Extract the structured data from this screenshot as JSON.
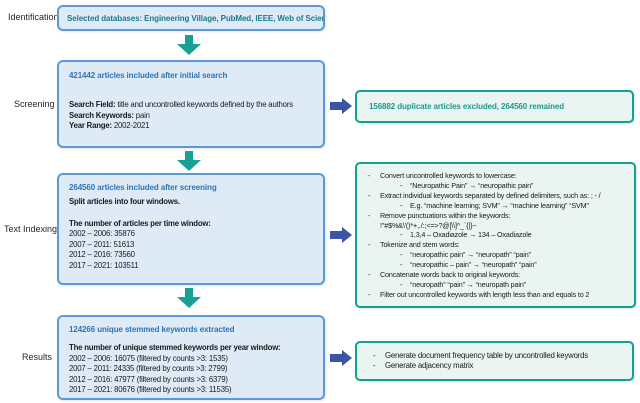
{
  "labels": {
    "identification": "Identification",
    "screening": "Screening",
    "text_indexing": "Text Indexing",
    "results": "Results"
  },
  "colors": {
    "blue_box_border": "#5B9BD5",
    "blue_box_fill": "#DEEBF7",
    "teal_box_border": "#12A192",
    "teal_box_fill": "#EAF5F2",
    "blue_heading_text": "#2E74B5",
    "teal_text": "#189A93",
    "petrol_text": "#1B7A8C",
    "down_arrow": "#16A096",
    "right_arrow": "#3B54A4"
  },
  "flow": {
    "identification_box": {
      "text": "Selected databases: Engineering Village, PubMed, IEEE, Web of Science"
    },
    "screening_box": {
      "title": "421442 articles included after initial search",
      "fields": [
        {
          "label": "Search Field:",
          "value": " title and uncontrolled keywords defined by the authors"
        },
        {
          "label": "Search Keywords:",
          "value": " pain"
        },
        {
          "label": "Year Range:",
          "value": " 2002-2021"
        }
      ]
    },
    "dedup_box": {
      "text": "156882 duplicate articles excluded, 264560 remained"
    },
    "indexing_box": {
      "title": "264560 articles included after screening",
      "subtitle": "Split articles into four windows.",
      "list_header": "The number of articles per time window:",
      "items": [
        "2002 – 2006: 35876",
        "2007 – 2011: 51613",
        "2012 – 2016: 73560",
        "2017 – 2021: 103511"
      ]
    },
    "keyword_processing_box": {
      "items": [
        {
          "level": "l1",
          "text": "Convert uncontrolled keywords to lowercase:"
        },
        {
          "level": "l2",
          "text": "“Neuropathic Pain” → “neuropathic pain”"
        },
        {
          "level": "l1",
          "text": "Extract individual keywords separated by defined delimiters, such as: ; - /"
        },
        {
          "level": "l2",
          "text": "E.g. “machine learning; SVM” → “machine learning” “SVM”"
        },
        {
          "level": "l1",
          "text": "Remove punctuations within the keywords:"
        },
        {
          "level": "cont",
          "text": "!\"#$%&\\'()*+,./:;<=>?@[\\\\]^_`{|}~"
        },
        {
          "level": "l2",
          "text": "1,3,4 – Oxadiazole  →  134 – Oxadiazole"
        },
        {
          "level": "l1",
          "text": "Tokenize and stem words:"
        },
        {
          "level": "l2",
          "text": "“neuropathic pain” → “neuropath” “pain”"
        },
        {
          "level": "l2",
          "text": "“neuropathic – pain” → “neuropath” “pain”"
        },
        {
          "level": "l1",
          "text": "Concatenate words back to original keywords:"
        },
        {
          "level": "l2",
          "text": "“neuropath” “pain” → “neuropath pain”"
        },
        {
          "level": "l1",
          "text": "Filter out uncontrolled keywords with length less than and equals to 2"
        }
      ]
    },
    "results_box": {
      "title": "124266 unique stemmed keywords extracted",
      "list_header": "The number of unique stemmed keywords per year window:",
      "items": [
        "2002 – 2006: 16075 (filtered by counts >3: 1535)",
        "2007 – 2011: 24335 (filtered by counts >3: 2799)",
        "2012 – 2016: 47977 (filtered by counts >3: 6379)",
        "2017 – 2021: 80676 (filtered by counts >3: 11535)"
      ]
    },
    "output_box": {
      "items": [
        "Generate document frequency table by uncontrolled keywords",
        "Generate adjacency matrix"
      ]
    }
  }
}
